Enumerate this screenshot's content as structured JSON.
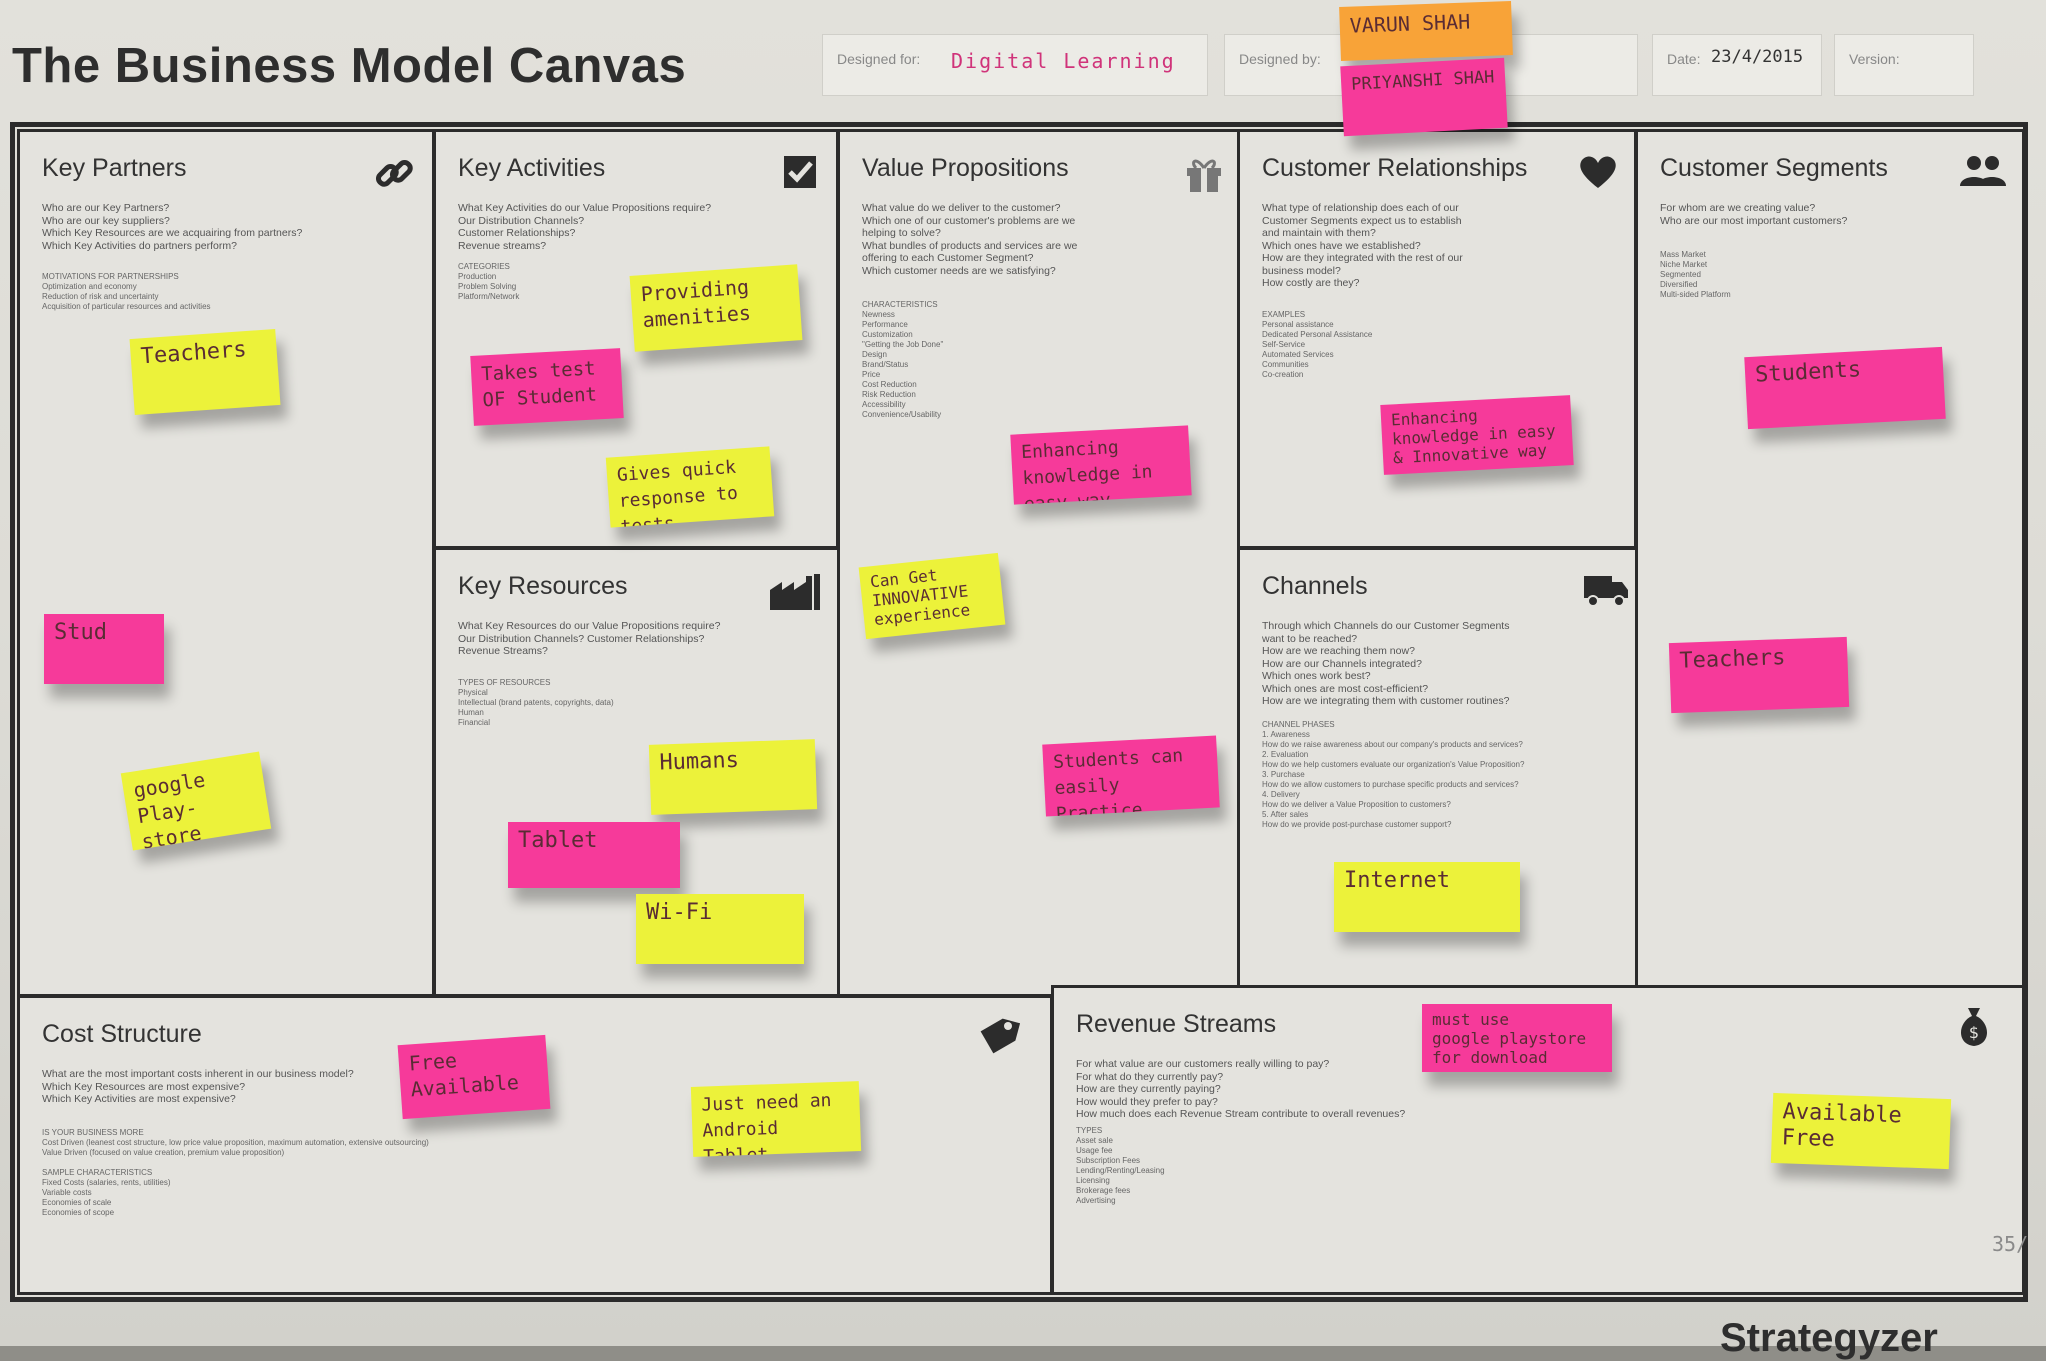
{
  "header": {
    "title": "The Business Model Canvas",
    "designed_for_label": "Designed for:",
    "designed_for_value": "Digital Learning",
    "designed_by_label": "Designed by:",
    "date_label": "Date:",
    "date_value": "23/4/2015",
    "version_label": "Version:"
  },
  "header_notes": {
    "name1": "VARUN SHAH",
    "name2": "PRIYANSHI SHAH"
  },
  "blocks": {
    "key_partners": {
      "title": "Key Partners",
      "icon": "link-icon",
      "questions": "Who are our Key Partners?\nWho are our key suppliers?\nWhich Key Resources are we acquairing from partners?\nWhich Key Activities do partners perform?",
      "small": "MOTIVATIONS FOR PARTNERSHIPS\nOptimization and economy\nReduction of risk and uncertainty\nAcquisition of particular resources and activities"
    },
    "key_activities": {
      "title": "Key Activities",
      "icon": "checkbox-icon",
      "questions": "What Key Activities do our Value Propositions require?\nOur Distribution Channels?\nCustomer Relationships?\nRevenue streams?",
      "small": "CATEGORIES\nProduction\nProblem Solving\nPlatform/Network"
    },
    "key_resources": {
      "title": "Key Resources",
      "icon": "factory-icon",
      "questions": "What Key Resources do our Value Propositions require?\nOur Distribution Channels? Customer Relationships?\nRevenue Streams?",
      "small": "TYPES OF RESOURCES\nPhysical\nIntellectual (brand patents, copyrights, data)\nHuman\nFinancial"
    },
    "value_propositions": {
      "title": "Value Propositions",
      "icon": "gift-icon",
      "questions": "What value do we deliver to the customer?\nWhich one of our customer's problems are we\nhelping to solve?\nWhat bundles of products and services are we\noffering to each Customer Segment?\nWhich customer needs are we satisfying?",
      "small": "CHARACTERISTICS\nNewness\nPerformance\nCustomization\n\"Getting the Job Done\"\nDesign\nBrand/Status\nPrice\nCost Reduction\nRisk Reduction\nAccessibility\nConvenience/Usability"
    },
    "customer_relationships": {
      "title": "Customer Relationships",
      "icon": "heart-icon",
      "questions": "What type of relationship does each of our\nCustomer Segments expect us to establish\nand maintain with them?\nWhich ones have we established?\nHow are they integrated with the rest of our\nbusiness model?\nHow costly are they?",
      "small": "EXAMPLES\nPersonal assistance\nDedicated Personal Assistance\nSelf-Service\nAutomated Services\nCommunities\nCo-creation"
    },
    "channels": {
      "title": "Channels",
      "icon": "truck-icon",
      "questions": "Through which Channels do our Customer Segments\nwant to be reached?\nHow are we reaching them now?\nHow are our Channels integrated?\nWhich ones work best?\nWhich ones are most cost-efficient?\nHow are we integrating them with customer routines?",
      "small": "CHANNEL PHASES\n1. Awareness\n   How do we raise awareness about our company's products and services?\n2. Evaluation\n   How do we help customers evaluate our organization's Value Proposition?\n3. Purchase\n   How do we allow customers to purchase specific products and services?\n4. Delivery\n   How do we deliver a Value Proposition to customers?\n5. After sales\n   How do we provide post-purchase customer support?"
    },
    "customer_segments": {
      "title": "Customer Segments",
      "icon": "people-icon",
      "questions": "For whom are we creating value?\nWho are our most important customers?",
      "small": "Mass Market\nNiche Market\nSegmented\nDiversified\nMulti-sided Platform"
    },
    "cost_structure": {
      "title": "Cost Structure",
      "icon": "tag-icon",
      "questions": "What are the most important costs inherent in our business model?\nWhich Key Resources are most expensive?\nWhich Key Activities are most expensive?",
      "small": "IS YOUR BUSINESS MORE\nCost Driven (leanest cost structure, low price value proposition, maximum automation, extensive outsourcing)\nValue Driven (focused on value creation, premium value proposition)\n\nSAMPLE CHARACTERISTICS\nFixed Costs (salaries, rents, utilities)\nVariable costs\nEconomies of scale\nEconomies of scope"
    },
    "revenue_streams": {
      "title": "Revenue Streams",
      "icon": "money-bag-icon",
      "questions": "For what value are our customers really willing to pay?\nFor what do they currently pay?\nHow are they currently paying?\nHow would they prefer to pay?\nHow much does each Revenue Stream contribute to overall revenues?",
      "small": "TYPES\nAsset sale\nUsage fee\nSubscription Fees\nLending/Renting/Leasing\nLicensing\nBrokerage fees\nAdvertising"
    }
  },
  "notes": {
    "kp_teachers": "Teachers",
    "kp_stud": "Stud",
    "kp_google": "google\nPlay-store",
    "ka_amenities": "Providing\namenities",
    "ka_takes_test": "Takes test\nOF Student",
    "ka_quick": "Gives quick\nresponse to tests",
    "kr_humans": "Humans",
    "kr_tablet": "Tablet",
    "kr_wifi": "Wi-Fi",
    "vp_enhancing": "Enhancing\nknowledge in easy way",
    "vp_innovative": "Can Get\nINNOVATIVE\nexperience",
    "vp_practice": "Students can\neasily Practice",
    "cr_enhancing": "Enhancing\nknowledge in easy\n& Innovative way",
    "ch_internet": "Internet",
    "cs_students": "Students",
    "cs_teachers": "Teachers",
    "cost_free": "Free Available",
    "cost_tablet": "Just need an\nAndroid Tablet",
    "rev_must_use": "must use\ngoogle playstore\nfor download",
    "rev_available": "Available\nFree"
  },
  "footer": {
    "brand": "Strategyzer",
    "signature": "35/"
  },
  "colors": {
    "yellow_note": "#ecf23a",
    "pink_note": "#f63a9a",
    "orange_note": "#f8a338",
    "ink": "#5a2c34",
    "grid_line": "#2b2b2b"
  }
}
